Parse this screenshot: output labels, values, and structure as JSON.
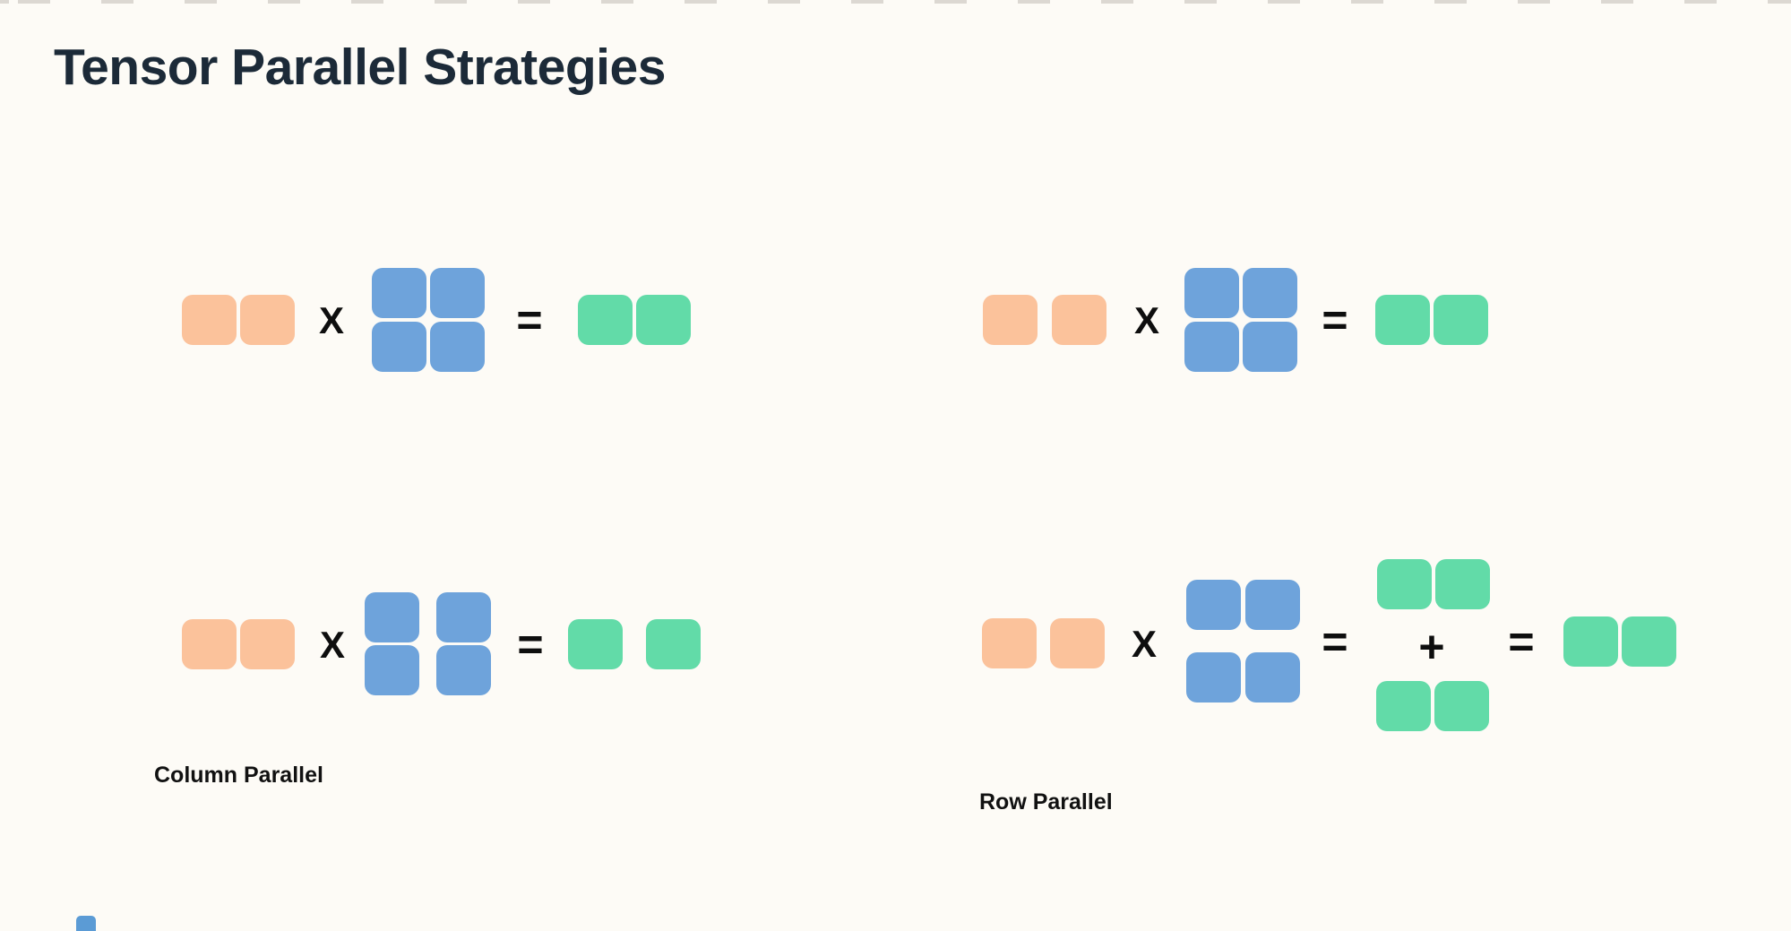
{
  "title": {
    "text": "Tensor Parallel Strategies"
  },
  "labels": {
    "column_parallel": "Column Parallel",
    "row_parallel": "Row Parallel"
  },
  "operators": {
    "multiply": "X",
    "equals": "=",
    "plus": "+"
  },
  "colors": {
    "background": "#FDFBF6",
    "title_text": "#1C2A38",
    "label_text": "#111111",
    "operator_text": "#0E0E0E",
    "input_block": "#FBC29B",
    "weight_block": "#6EA3DB",
    "output_block": "#62DBA8",
    "clipped_shape": "#5B9BD5",
    "edge_tick": "#DCD8D2"
  }
}
